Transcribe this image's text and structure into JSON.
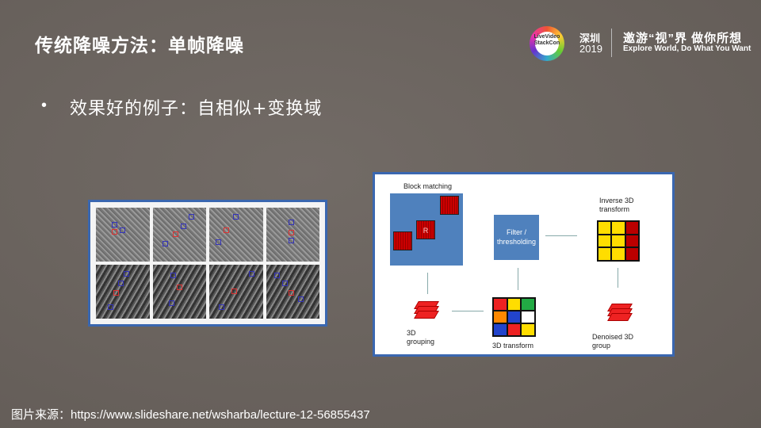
{
  "title": "传统降噪方法：单帧降噪",
  "logo": {
    "text": "LiveVideo StackCon",
    "city": "深圳",
    "year": "2019",
    "slogan": "邀游“视”界 做你所想",
    "slogan_en": "Explore World, Do What You Want"
  },
  "bullet": {
    "marker": "•",
    "text": "效果好的例子：自相似+变换域"
  },
  "diagram": {
    "block_matching": "Block matching",
    "ref_label": "R",
    "filter": "Filter / thresholding",
    "inverse": "Inverse 3D transform",
    "grouping": "3D grouping",
    "transform": "3D transform",
    "denoised": "Denoised 3D group"
  },
  "footer": "图片来源：https://www.slideshare.net/wsharba/lecture-12-56855437"
}
